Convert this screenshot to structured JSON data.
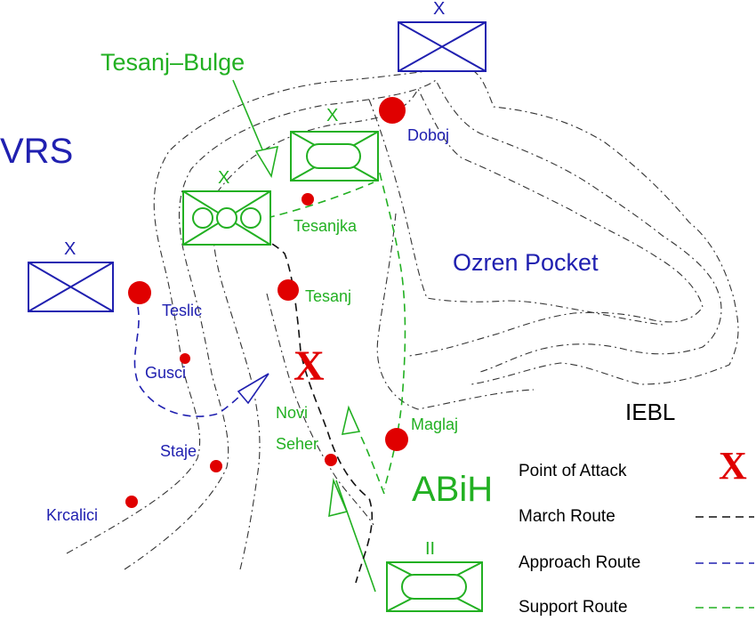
{
  "labels": {
    "vrs": "VRS",
    "abih": "ABiH",
    "iebl": "IEBL",
    "ozren_pocket": "Ozren Pocket",
    "tesanj_bulge": "Tesanj–Bulge"
  },
  "places": {
    "doboj": "Doboj",
    "tesanjka": "Tesanjka",
    "tesanj": "Tesanj",
    "teslic": "Teslic",
    "gusci": "Gusci",
    "novi_seher_1": "Novi",
    "novi_seher_2": "Seher",
    "maglaj": "Maglaj",
    "staje": "Staje",
    "krcalici": "Krcalici"
  },
  "unit_echelons": {
    "top_blue": "X",
    "left_blue": "X",
    "green_upper": "X",
    "green_left": "X",
    "bottom_green": "II"
  },
  "attack_marker": "X",
  "legend": {
    "point_of_attack": "Point of Attack",
    "point_of_attack_symbol": "X",
    "march_route": "March Route",
    "approach_route": "Approach Route",
    "support_route": "Support Route"
  },
  "colors": {
    "vrs": "#2020b0",
    "abih": "#22b022",
    "town": "#e00000",
    "lines": "#333333"
  }
}
